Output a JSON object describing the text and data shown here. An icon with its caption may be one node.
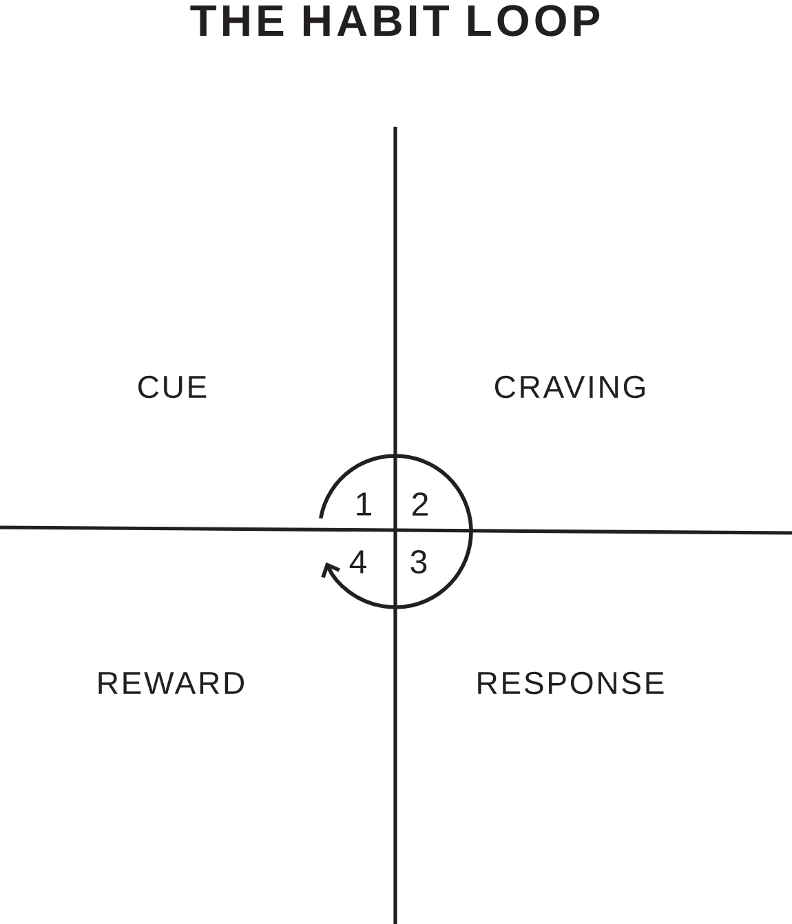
{
  "diagram": {
    "title": "THE HABIT LOOP",
    "labels": [
      "CUE",
      "CRAVING",
      "1",
      "2",
      "4",
      "3",
      "REWARD",
      "RESPONSE"
    ]
  }
}
